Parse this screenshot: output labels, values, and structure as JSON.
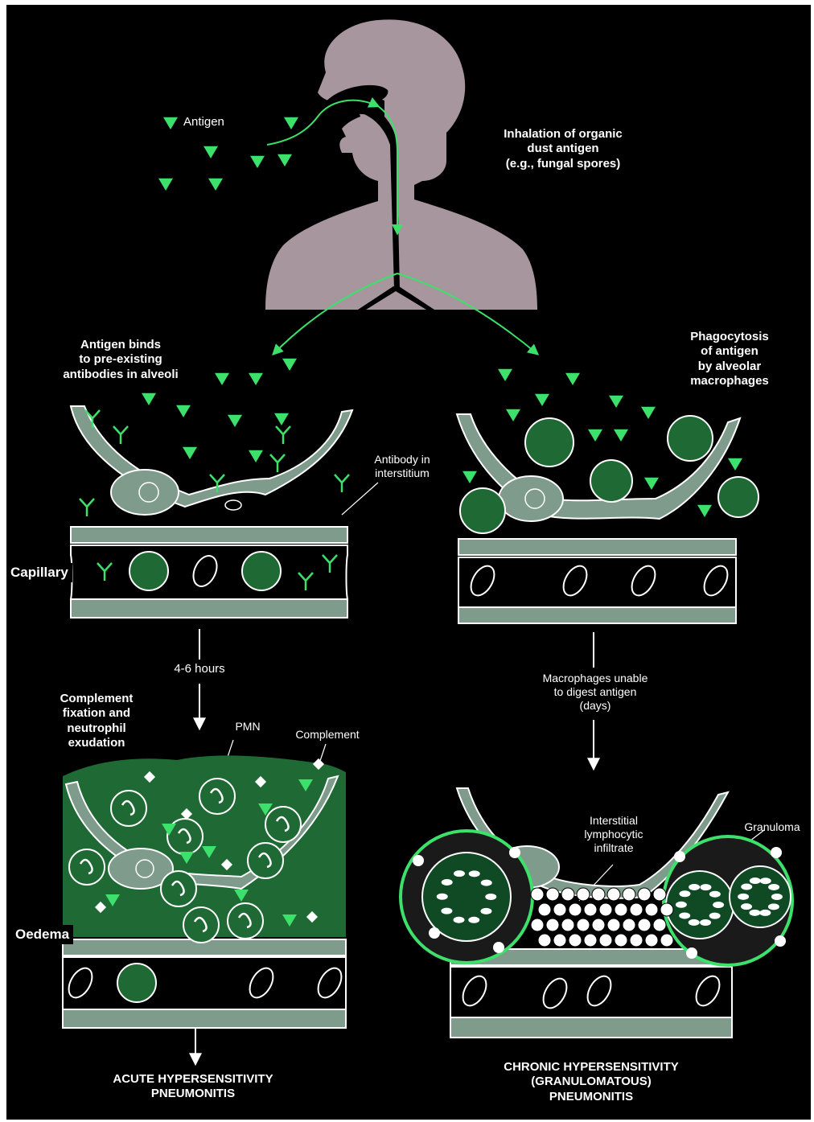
{
  "labels": {
    "antigen": "Antigen",
    "inhalation": "Inhalation of organic\ndust antigen\n(e.g., fungal spores)",
    "antigen_binds": "Antigen binds\nto pre-existing\nantibodies in alveoli",
    "phagocytosis": "Phagocytosis\nof antigen\nby alveolar\nmacrophages",
    "antibody_interstitium": "Antibody in\ninterstitium",
    "capillary": "Capillary",
    "hours": "4-6 hours",
    "complement_fixation": "Complement\nfixation and\nneutrophil\nexudation",
    "pmn": "PMN",
    "complement": "Complement",
    "oedema": "Oedema",
    "macrophages_unable": "Macrophages unable\nto digest antigen\n(days)",
    "interstitial": "Interstitial\nlymphocytic\ninfiltrate",
    "granuloma": "Granuloma",
    "acute": "ACUTE HYPERSENSITIVITY\nPNEUMONITIS",
    "chronic": "CHRONIC HYPERSENSITIVITY\n(GRANULOMATOUS)\nPNEUMONITIS"
  },
  "colors": {
    "background": "#000000",
    "silhouette": "#a7969d",
    "antigen": "#3ce06a",
    "tissue": "#7f9b8c",
    "oedema": "#1f6a34",
    "dark_cell": "#0f4a24",
    "line": "#ffffff"
  }
}
